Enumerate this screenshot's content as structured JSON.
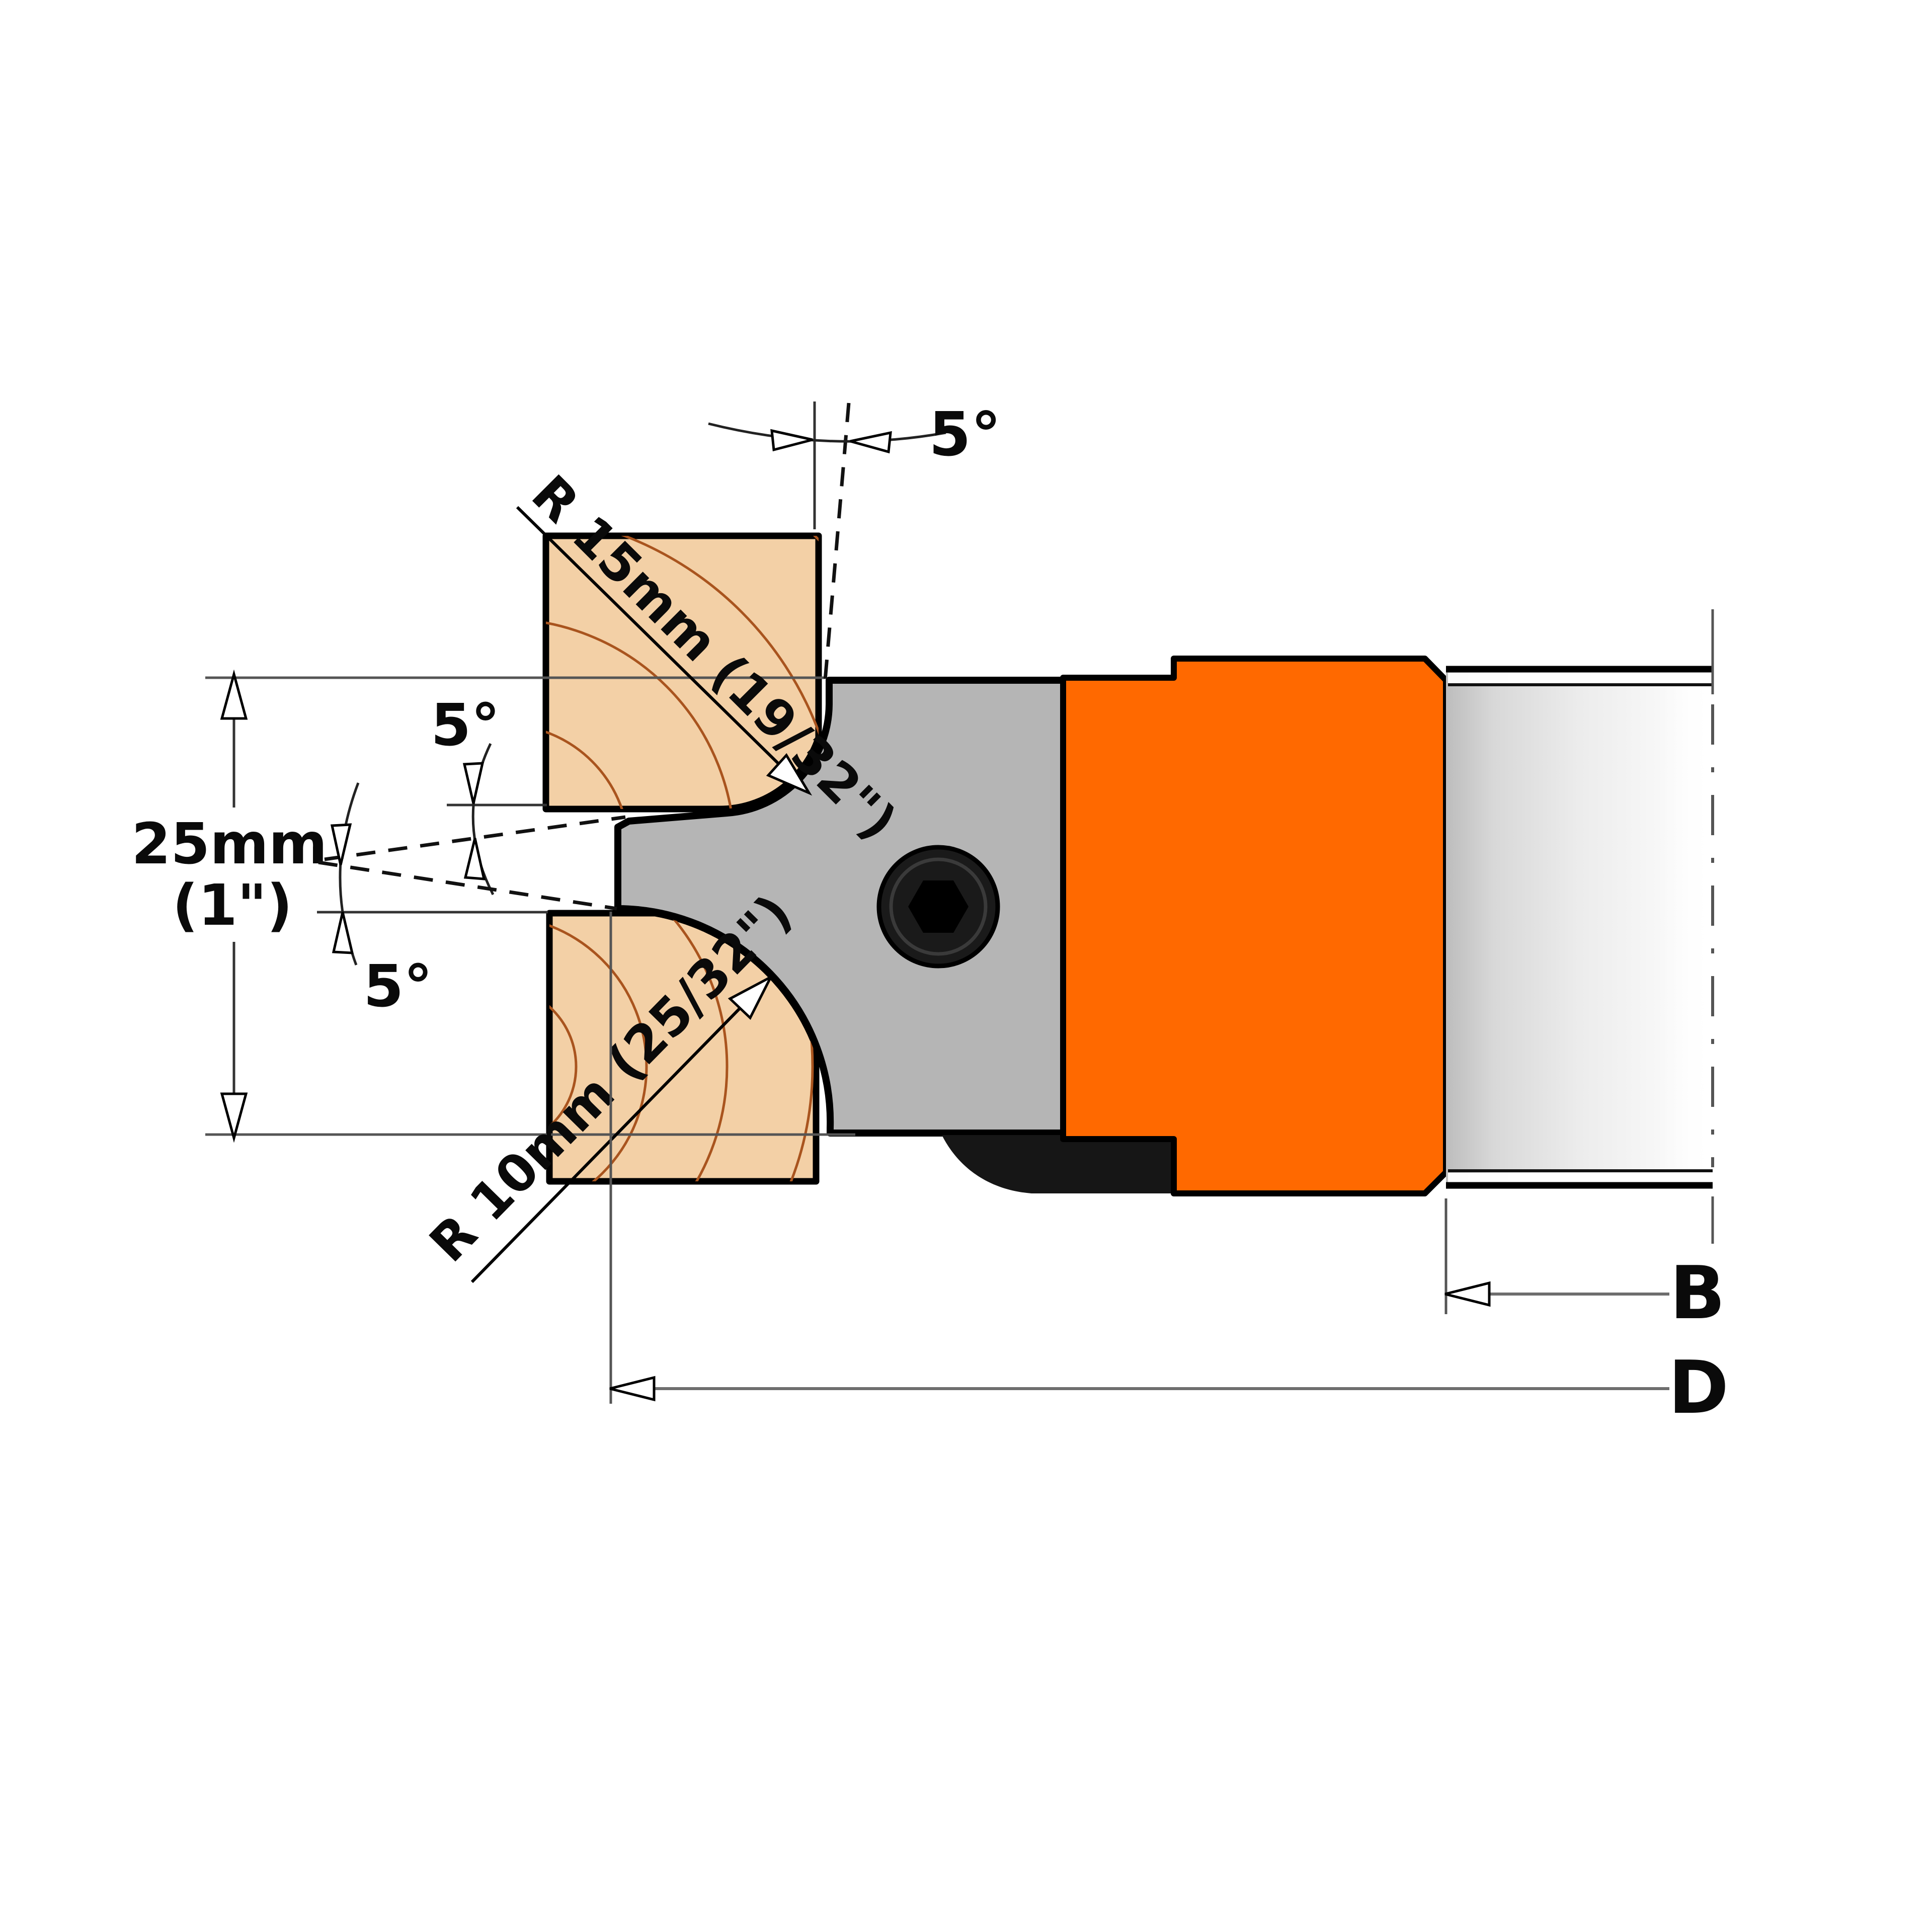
{
  "diagram": {
    "angles": {
      "top": "5°",
      "upper": "5°",
      "lower": "5°"
    },
    "radii": {
      "top": "R 15mm (19/32\")",
      "bottom": "R 10mm (25/32\")"
    },
    "height": {
      "metric": "25mm",
      "imperial": "(1\")"
    },
    "dims": {
      "b": "B",
      "d": "D"
    },
    "colors": {
      "wood": "#F3D0A6",
      "wood_grain": "#A9541E",
      "knife_gray": "#B5B5B5",
      "cutter_orange": "#FF6900",
      "knife_black": "#161616",
      "screw_body": "#1A1A1A",
      "background": "#FFFFFF"
    }
  }
}
